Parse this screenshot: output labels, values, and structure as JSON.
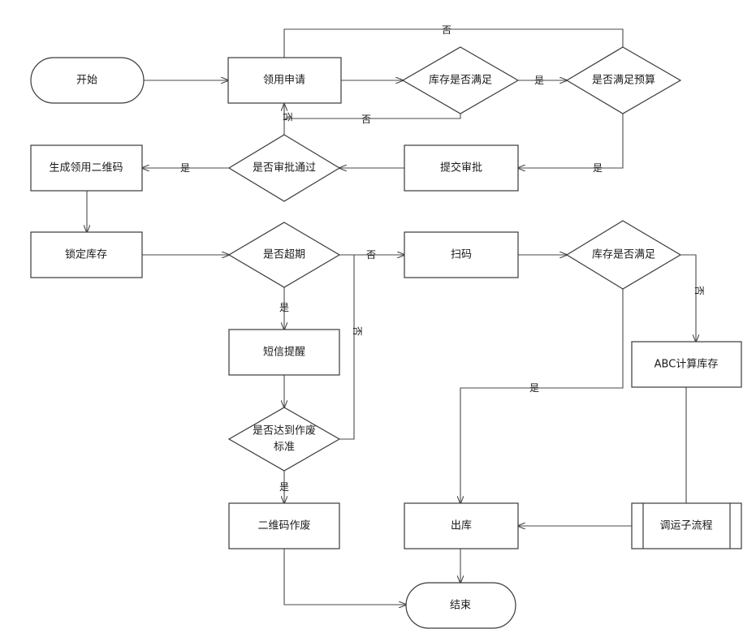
{
  "nodes": {
    "start": "开始",
    "apply": "领用申请",
    "stock_check_1": "库存是否满足",
    "budget_check": "是否满足预算",
    "submit_approval": "提交审批",
    "approved_check": "是否审批通过",
    "gen_qrcode": "生成领用二维码",
    "lock_stock": "锁定库存",
    "overdue_check": "是否超期",
    "scan": "扫码",
    "stock_check_2": "库存是否满足",
    "sms_remind": "短信提醒",
    "void_check_line1": "是否达到作废",
    "void_check_line2": "标准",
    "abc_calc": "ABC计算库存",
    "qrcode_void": "二维码作废",
    "outbound": "出库",
    "transfer_subflow": "调运子流程",
    "end": "结束"
  },
  "edge_labels": {
    "yes": "是",
    "no": "否"
  },
  "colors": {
    "stroke": "#3a3a3a",
    "text": "#1a1a1a"
  }
}
